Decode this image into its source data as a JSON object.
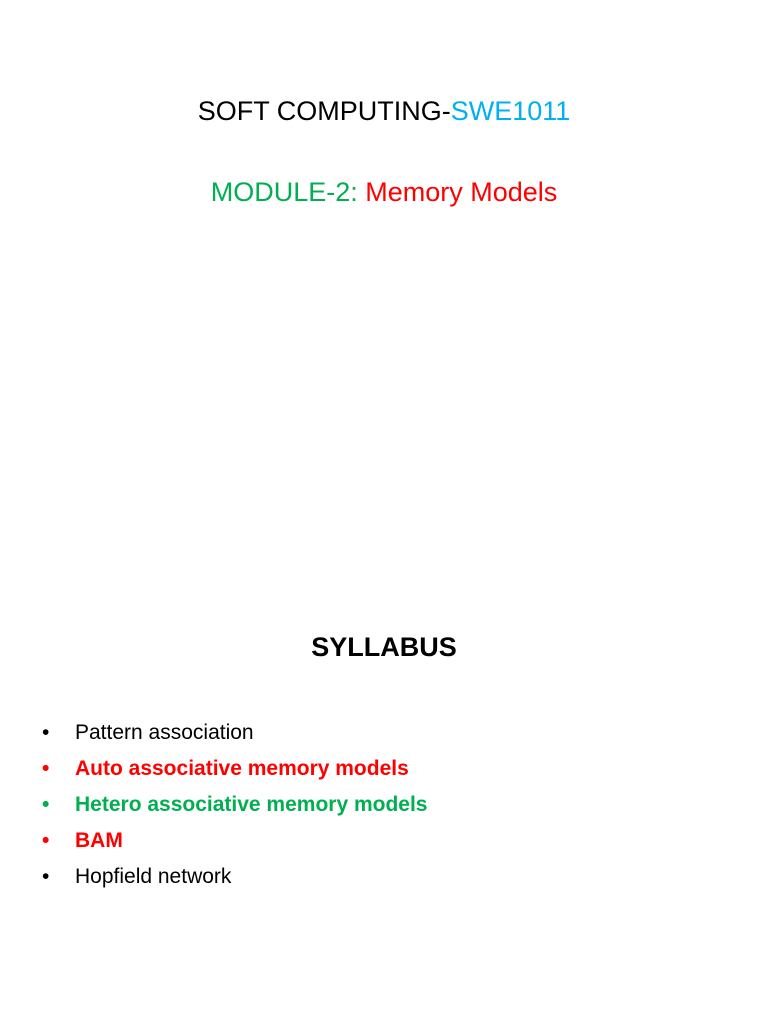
{
  "page": {
    "course_title_prefix": "SOFT COMPUTING-",
    "course_code": "SWE1011",
    "module_label": "MODULE-2: ",
    "module_topic": "Memory Models",
    "syllabus_heading": "SYLLABUS",
    "bullet_char": "•",
    "syllabus_items": [
      {
        "text": "Pattern association",
        "color": "#000000"
      },
      {
        "text": "Auto associative memory models",
        "color": "#ff0000"
      },
      {
        "text": "Hetero associative memory models",
        "color": "#00b050"
      },
      {
        "text": "BAM",
        "color": "#ff0000"
      },
      {
        "text": "Hopfield network",
        "color": "#000000"
      }
    ]
  },
  "colors": {
    "course_code": "#00b0f0",
    "module_label": "#00b050",
    "module_topic": "#ff0000",
    "text": "#000000"
  }
}
